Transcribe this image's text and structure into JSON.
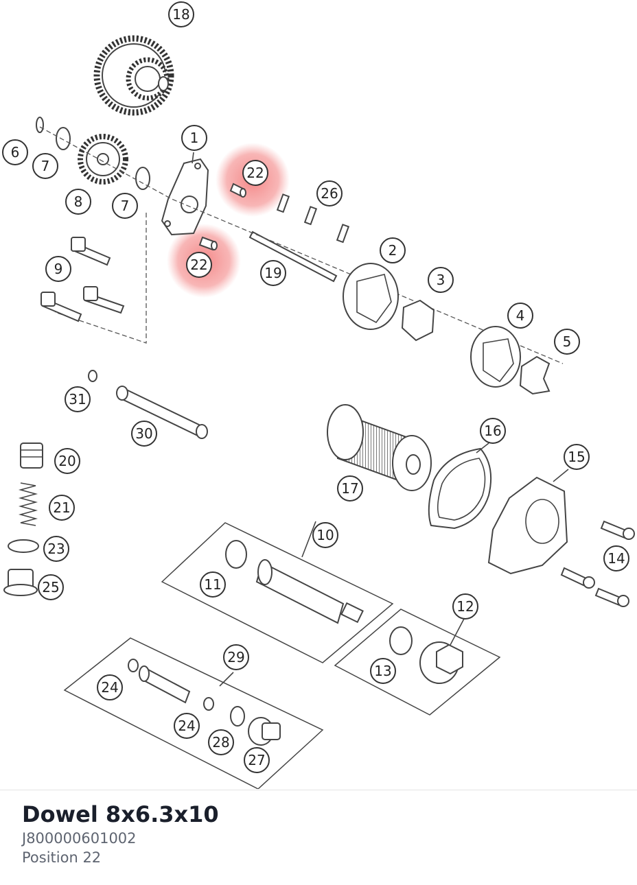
{
  "part": {
    "name": "Dowel 8x6.3x10",
    "number": "J800000601002",
    "position": "Position 22"
  },
  "highlight_color": "#f28080",
  "callouts": {
    "c1": "1",
    "c2": "2",
    "c3": "3",
    "c4": "4",
    "c5": "5",
    "c6": "6",
    "c7": "7",
    "c8": "8",
    "c9": "9",
    "c10": "10",
    "c11": "11",
    "c12": "12",
    "c13": "13",
    "c14": "14",
    "c15": "15",
    "c16": "16",
    "c17": "17",
    "c18": "18",
    "c19": "19",
    "c20": "20",
    "c21": "21",
    "c22": "22",
    "c23": "23",
    "c24": "24",
    "c25": "25",
    "c26": "26",
    "c27": "27",
    "c28": "28",
    "c29": "29",
    "c30": "30",
    "c31": "31"
  }
}
